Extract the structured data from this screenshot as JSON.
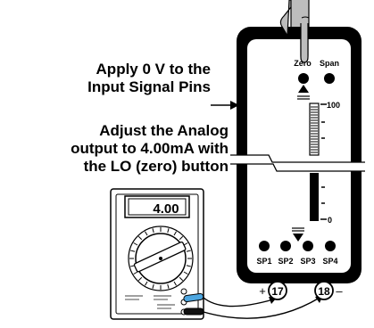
{
  "instructions": {
    "step1": [
      "Apply 0 V to the",
      "Input Signal Pins"
    ],
    "step2": [
      "Adjust the Analog",
      "output to 4.00mA with",
      "the LO (zero) button"
    ]
  },
  "meter": {
    "display_value": "4.00"
  },
  "panel": {
    "zero_label": "Zero",
    "span_label": "Span",
    "scale_top": "100",
    "scale_bottom": "0",
    "setpoints": [
      "SP1",
      "SP2",
      "SP3",
      "SP4"
    ]
  },
  "terminals": {
    "positive": {
      "sign": "+",
      "number": "17"
    },
    "negative": {
      "number": "18",
      "sign": "–"
    }
  },
  "colors": {
    "probe_positive": "#4da6e0",
    "probe_negative": "#111111",
    "bar_fill": "#000000"
  }
}
